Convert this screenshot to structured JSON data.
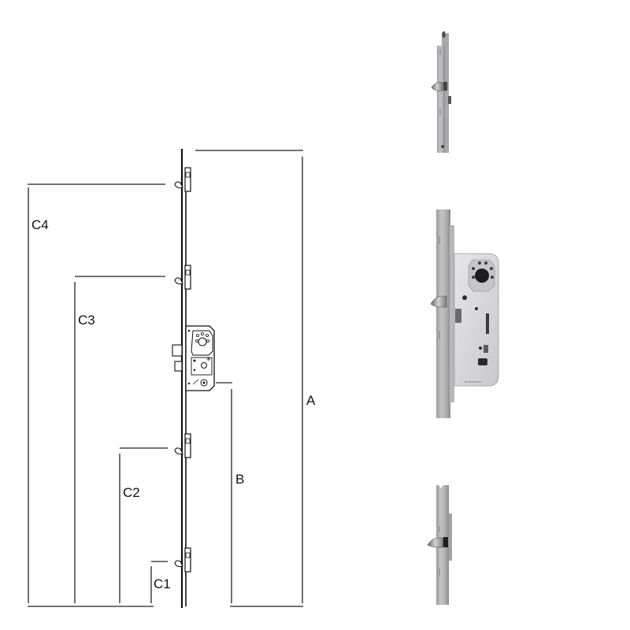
{
  "diagram": {
    "subject": "multipoint-lock-espagnolette",
    "labels": {
      "A": "A",
      "B": "B",
      "C1": "C1",
      "C2": "C2",
      "C3": "C3",
      "C4": "C4"
    }
  },
  "colors": {
    "line": "#111111",
    "dim_line": "#333333",
    "steel": "#b9b9bb",
    "steel_dark": "#8e8e92",
    "steel_light": "#d9d9db",
    "background": "#ffffff"
  },
  "photos": {
    "top_hook": "top-latch-module-photo",
    "main_lock": "main-gearbox-lock-photo",
    "bottom_hook": "bottom-latch-module-photo"
  }
}
